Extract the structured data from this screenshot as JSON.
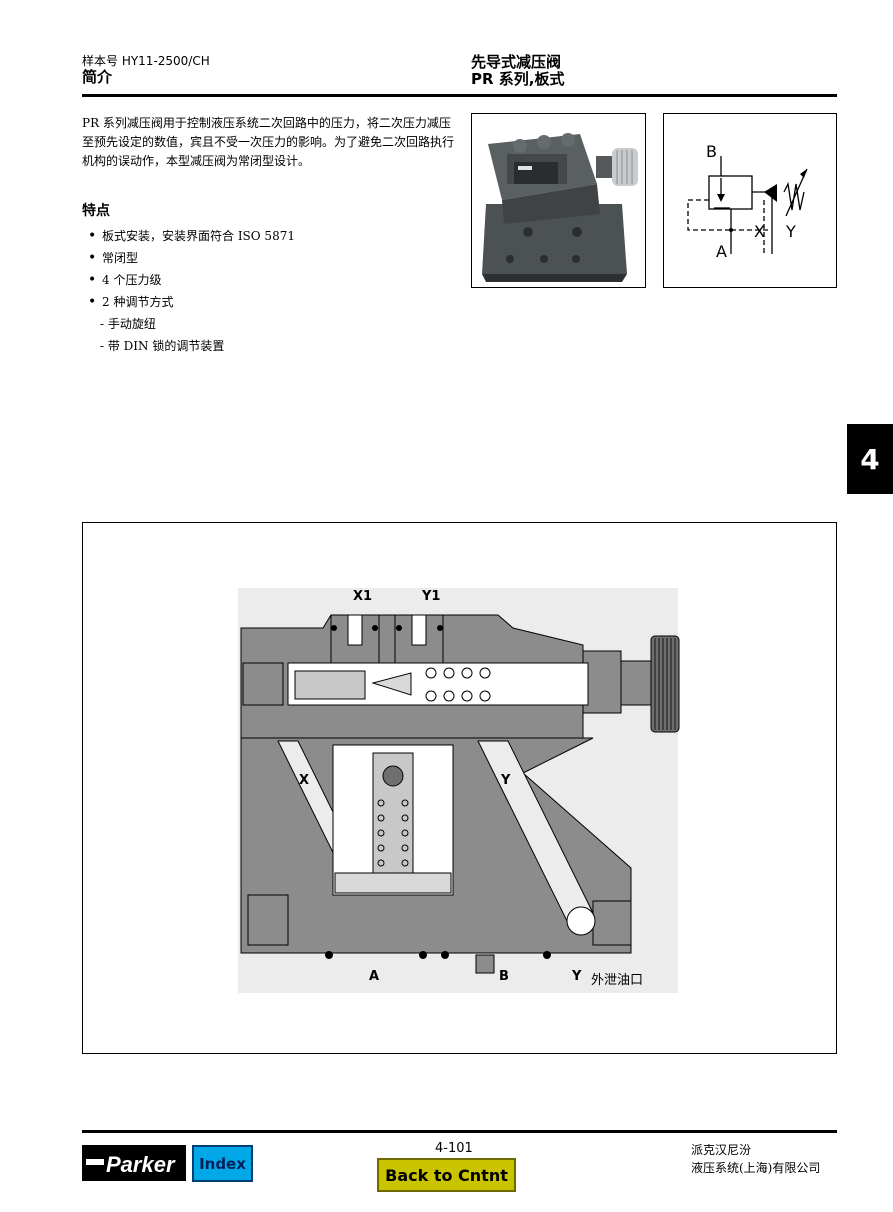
{
  "header": {
    "catalog_no": "样本号 HY11-2500/CH",
    "section": "简介",
    "title": "先导式减压阀",
    "subtitle": "PR 系列,板式"
  },
  "intro": {
    "text": "PR 系列减压阀用于控制液压系统二次回路中的压力，将二次压力减压至预先设定的数值，宾且不受一次压力的影响。为了避免二次回路执行机构的误动作，本型减压阀为常闭型设计。"
  },
  "features": {
    "title": "特点",
    "items": [
      "板式安装，安装界面符合 ISO 5871",
      "常闭型",
      "4 个压力级",
      "2 种调节方式"
    ],
    "sub_items": [
      "- 手动旋纽",
      "- 带 DIN 锁的调节装置"
    ]
  },
  "symbol": {
    "label_b": "B",
    "label_a": "A",
    "label_x": "X",
    "label_y": "Y"
  },
  "side_tab": {
    "label": "4"
  },
  "section_view": {
    "label_x1": "X1",
    "label_y1": "Y1",
    "label_x": "X",
    "label_y": "Y",
    "label_a": "A",
    "label_b": "B",
    "label_y_port": "Y",
    "label_drain": "外泄油口"
  },
  "footer": {
    "page_number": "4-101",
    "back_button": "Back to Cntnt",
    "index_button": "Index",
    "logo_text": "Parker",
    "company_line1": "派克汉尼汾",
    "company_line2": "液压系统(上海)有限公司"
  },
  "colors": {
    "diagram_fill": "#8c8c8c",
    "diagram_bg": "#ececec",
    "index_button": "#00a8e8",
    "back_button": "#c9c300",
    "side_tab": "#000000"
  }
}
